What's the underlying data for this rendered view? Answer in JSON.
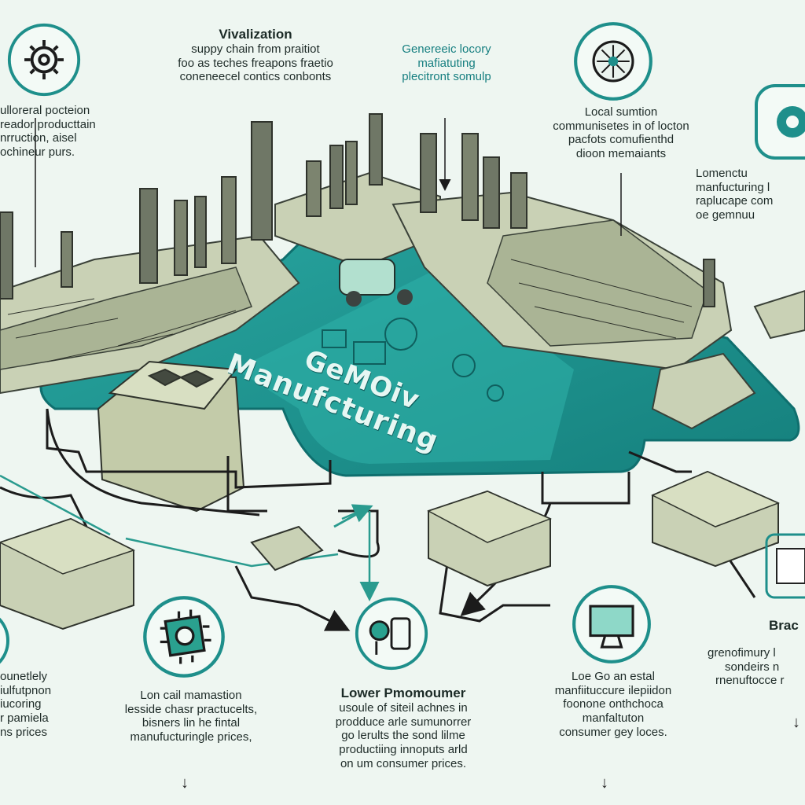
{
  "colors": {
    "teal": "#1e9d9a",
    "teal_dark": "#0f6f6e",
    "background": "#eef6f1",
    "factory": "#c9d1b5",
    "ink": "#1e2b28"
  },
  "board": {
    "title_line1": "GeMOiv",
    "title_line2": "Manufcturing"
  },
  "top_texts": {
    "center": {
      "heading": "Vivalization",
      "lines": [
        "suppy chain from praitiot",
        "foo as teches freapons fraetio",
        "coneneecel contics conbonts"
      ]
    },
    "teal_box": {
      "lines": [
        "Genereeic locory",
        "mafiatuting",
        "plecitront somulp"
      ]
    },
    "left": {
      "lines": [
        "ulloreral pocteion",
        "reador producttain",
        "nrruction, aisel",
        "ochineur purs."
      ]
    },
    "right": {
      "lines": [
        "Local sumtion",
        "communisetes in of locton",
        "pacfots comufienthd",
        "dioon memaiants"
      ]
    },
    "far_right": {
      "lines": [
        "Lomenctu",
        "manfucturing l",
        "raplucape com",
        "oe gemnuu"
      ]
    }
  },
  "bottom_texts": {
    "col1": {
      "lines": [
        "ounetlely",
        "iulfutpnon",
        "iucoring",
        "r pamiela",
        "ns prices"
      ]
    },
    "col2": {
      "lines": [
        "Lon cail mamastion",
        "lesside chasr practucelts,",
        "bisners lin he fintal",
        "manufucturingle prices,"
      ]
    },
    "col3": {
      "heading": "Lower Pmomoumer",
      "lines": [
        "usoule of siteil achnes in",
        "prodduce arle sumunorrer",
        "go lerults the sond lilme",
        "productiing innoputs arld",
        "on um consumer prices."
      ]
    },
    "col4": {
      "lines": [
        "Loe Go an estal",
        "manfiituccure ilepiidon",
        "foonone onthchoca",
        "manfaltuton",
        "consumer gey loces."
      ]
    },
    "col5": {
      "heading": "Brac",
      "lines": [
        "grenofimury l",
        "sondeirs n",
        "rnenuftocce r"
      ]
    }
  },
  "icon_names": [
    "gear-icon",
    "chip-icon",
    "phone-tablet-icon",
    "monitor-icon",
    "fan-icon"
  ]
}
